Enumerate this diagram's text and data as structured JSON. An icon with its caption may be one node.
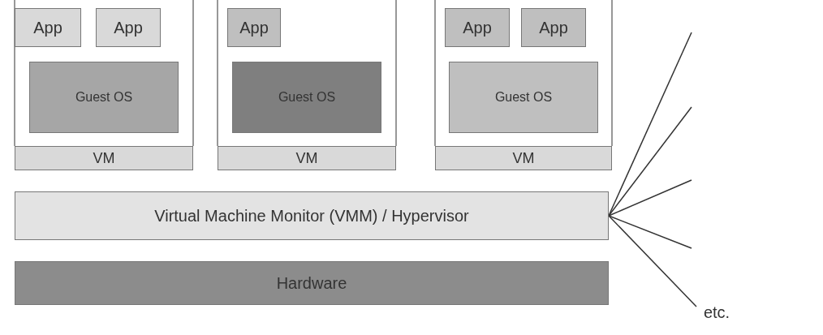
{
  "diagram": {
    "nodes": [
      {
        "text": [
          "App"
        ]
      },
      {
        "text": [
          "App"
        ]
      },
      {
        "text": [
          "App"
        ]
      },
      {
        "text": [
          "App"
        ]
      },
      {
        "text": [
          "App"
        ]
      },
      {
        "text": [
          "Guest OS"
        ]
      },
      {
        "text": [
          "Guest OS"
        ]
      },
      {
        "text": [
          "Guest OS"
        ]
      },
      {
        "text": [
          "VM"
        ]
      },
      {
        "text": [
          "VM"
        ]
      },
      {
        "text": [
          "VM"
        ]
      },
      {
        "text": [
          "Virtual Machine Monitor (VMM) / Hypervisor"
        ]
      },
      {
        "text": [
          "Hardware"
        ]
      },
      {
        "text": [
          "etc."
        ]
      }
    ],
    "edges": [
      {
        "from": 11,
        "to": null,
        "arrow": "none"
      },
      {
        "from": 11,
        "to": null,
        "arrow": "none"
      },
      {
        "from": 11,
        "to": null,
        "arrow": "none"
      },
      {
        "from": 11,
        "to": null,
        "arrow": "none"
      },
      {
        "from": 11,
        "to": 13,
        "arrow": "none"
      }
    ]
  }
}
